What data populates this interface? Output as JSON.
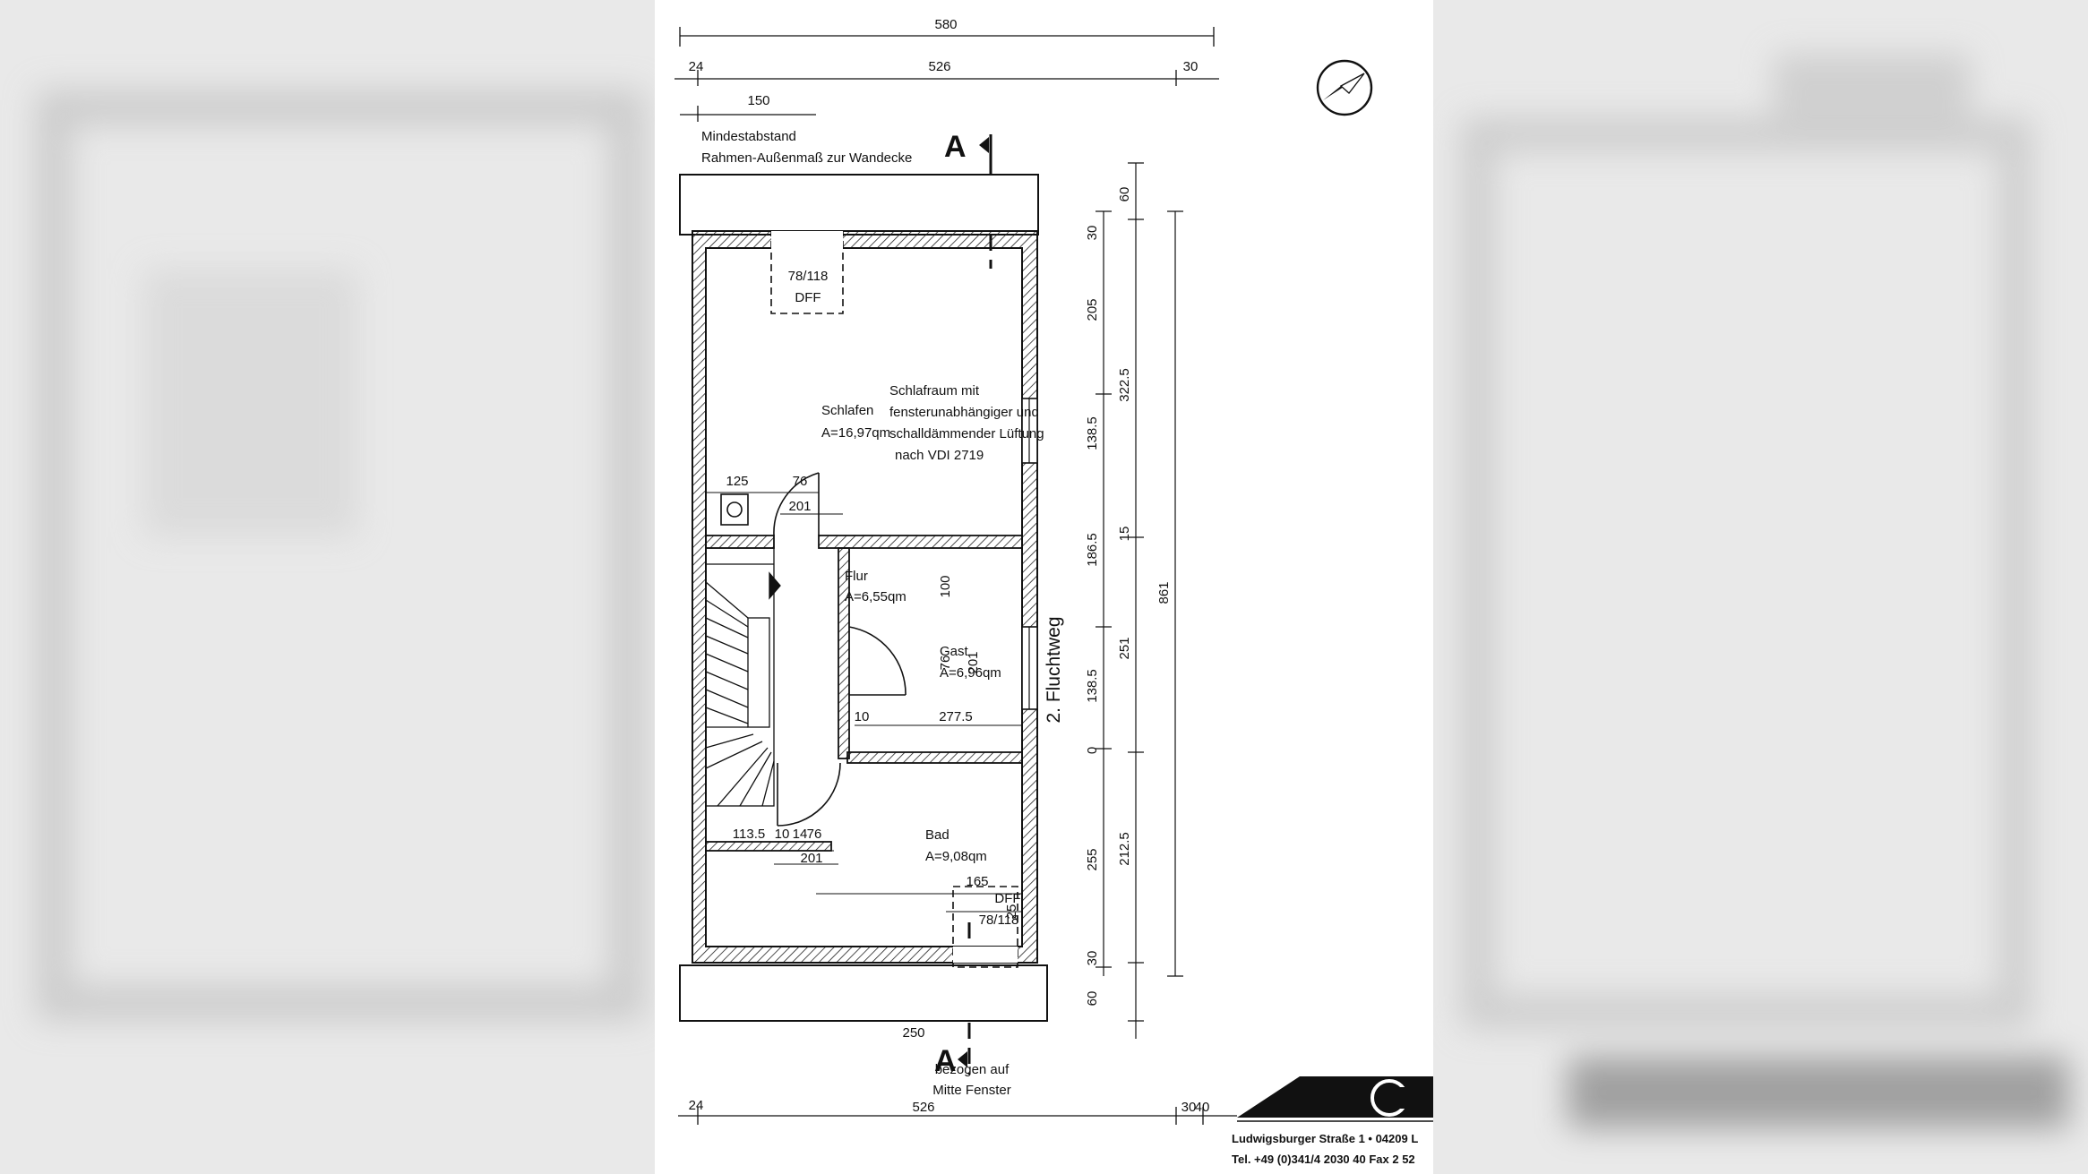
{
  "plan": {
    "dims_top": [
      "580",
      "24",
      "526",
      "30",
      "150"
    ],
    "min_distance_note": [
      "Mindestabstand",
      "Rahmen-Außenmaß zur Wandecke"
    ],
    "section_label": "A",
    "windows": [
      {
        "size": "78/118",
        "type": "DFF"
      },
      {
        "size": "78/118",
        "type": "DFF"
      }
    ],
    "rooms": {
      "schlafen": {
        "name": "Schlafen",
        "area": "A=16,97qm"
      },
      "flur": {
        "name": "Flur",
        "area": "A=6,55qm"
      },
      "gast": {
        "name": "Gast",
        "area": "A=6,96qm"
      },
      "bad": {
        "name": "Bad",
        "area": "A=9,08qm"
      }
    },
    "note_lines": [
      "Schlafraum mit",
      "fensterunabhängiger und",
      "schalldämmender Lüftung",
      "nach VDI 2719"
    ],
    "inner_dims": [
      "125",
      "76",
      "201",
      "100",
      "76",
      "201",
      "10",
      "277.5",
      "113.5",
      "10",
      "14",
      "76",
      "201",
      "165",
      "25",
      "250"
    ],
    "escape_route": "2. Fluchtweg",
    "right_dims": [
      "60",
      "30",
      "205",
      "322.5",
      "138.5",
      "186.5",
      "15",
      "251",
      "138.5",
      "0",
      "255",
      "212.5",
      "30",
      "60",
      "861"
    ],
    "reference_note": [
      "bezogen auf",
      "Mitte Fenster"
    ],
    "dims_bottom": [
      "24",
      "526",
      "30",
      "40"
    ],
    "company": {
      "address": "Ludwigsburger Straße 1 • 04209 L",
      "phone": "Tel. +49 (0)341/4 2030 40   Fax 2 52"
    }
  }
}
